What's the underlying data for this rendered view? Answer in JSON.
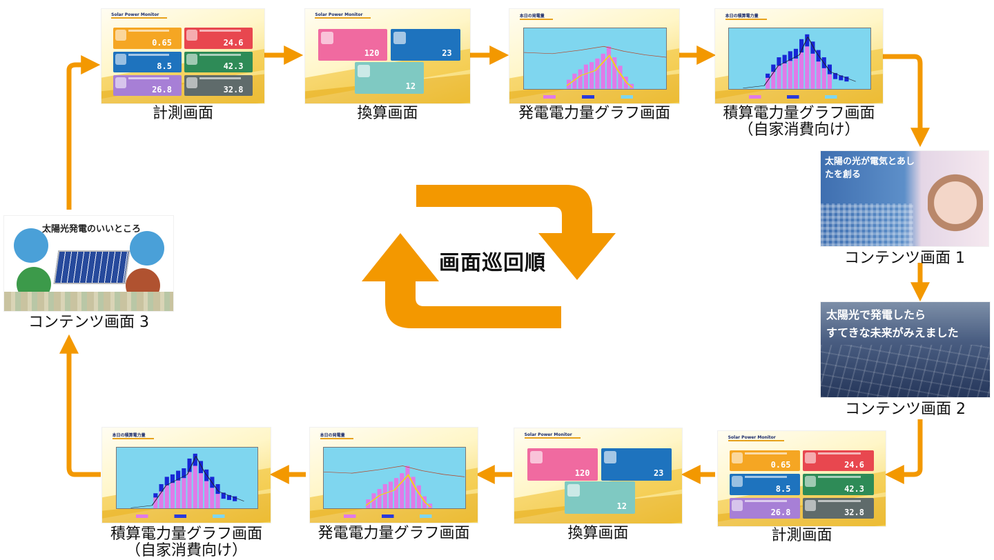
{
  "center_label": "画面巡回順",
  "screens": {
    "top_measure": {
      "caption": "計測画面",
      "header": "Solar Power Monitor",
      "values": [
        "0.65",
        "24.6",
        "8.5",
        "42.3",
        "26.8",
        "32.8"
      ]
    },
    "top_convert": {
      "caption": "換算画面",
      "header": "Solar Power Monitor",
      "values": [
        "120",
        "23",
        "12"
      ]
    },
    "top_gen_graph": {
      "caption": "発電電力量グラフ画面",
      "header": "本日の発電量"
    },
    "top_cum_graph": {
      "caption_line1": "積算電力量グラフ画面",
      "caption_line2": "（自家消費向け）",
      "header": "本日の積算電力量"
    },
    "content1": {
      "caption": "コンテンツ画面 1",
      "text": "太陽の光が電気とあしたを創る"
    },
    "content2": {
      "caption": "コンテンツ画面 2",
      "text_line1": "太陽光で発電したら",
      "text_line2": "すてきな未来がみえました"
    },
    "bottom_measure": {
      "caption": "計測画面",
      "header": "Solar Power Monitor",
      "values": [
        "0.65",
        "24.6",
        "8.5",
        "42.3",
        "26.8",
        "32.8"
      ]
    },
    "bottom_convert": {
      "caption": "換算画面",
      "header": "Solar Power Monitor",
      "values": [
        "120",
        "23",
        "12"
      ]
    },
    "bottom_gen_graph": {
      "caption": "発電電力量グラフ画面",
      "header": "本日の発電量"
    },
    "bottom_cum_graph": {
      "caption_line1": "積算電力量グラフ画面",
      "caption_line2": "（自家消費向け）",
      "header": "本日の積算電力量"
    },
    "content3": {
      "caption": "コンテンツ画面 3",
      "title": "太陽光発電のいいところ"
    }
  },
  "colors": {
    "arrow": "#f39800",
    "tile_orange": "#f5a623",
    "tile_red": "#e8474f",
    "tile_blue": "#1e73be",
    "tile_green": "#2e8b57",
    "tile_purple": "#a77fd6",
    "tile_gray": "#5f6b6b",
    "tile_pink": "#f06aa0",
    "tile_teal": "#7fc9c2"
  }
}
